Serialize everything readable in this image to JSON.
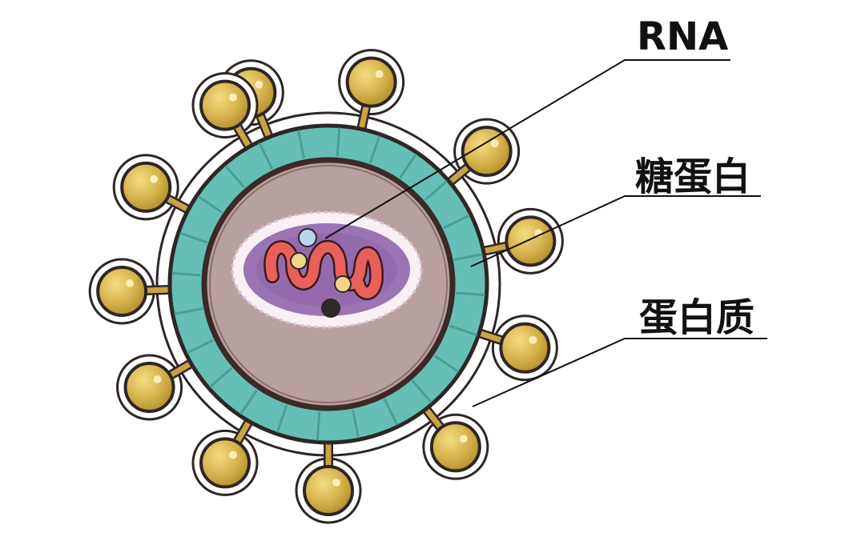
{
  "labels": {
    "rna": "RNA",
    "glycoprotein": "糖蛋白",
    "protein": "蛋白质"
  },
  "colors": {
    "spike_fill": "#d4b04a",
    "envelope": "#65bfb4",
    "capsid": "#b9a0a0",
    "nucleoid": "#9b74b3",
    "rna_strand": "#e8605a",
    "outline": "#3a2a28"
  }
}
